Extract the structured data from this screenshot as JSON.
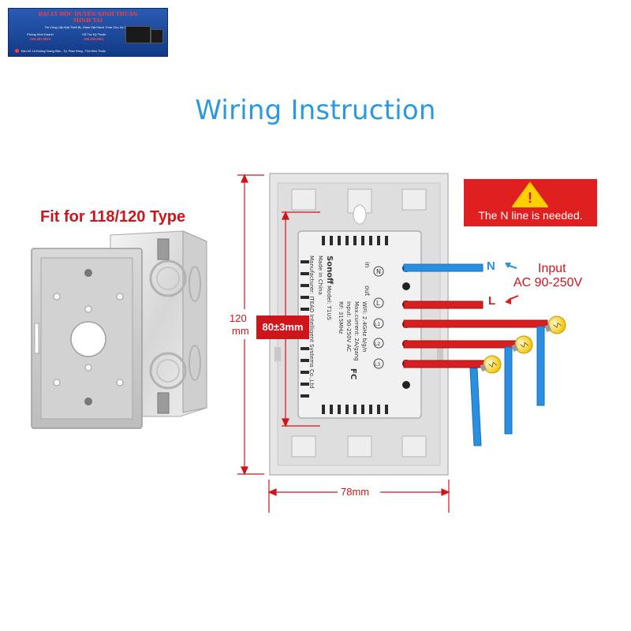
{
  "banner": {
    "title": "ĐẠI LÝ ĐỘC QUYỀN NINH THUẬN",
    "subtitle": "MINH TÀI",
    "tagline": "Thi Công Lắp Đặt Thiết Bị, Giám Sát Hành Trình Cho Xe Ô Tô",
    "sales_label": "Phòng Kinh Doanh",
    "sales_phone": "090.287.8833",
    "tech_label": "Hỗ Trợ Kỹ Thuật",
    "tech_phone": "090.406.9601",
    "address": "Địa Chỉ: 1A Đường Hoàng Diệu - Tp. Phan Rang - Tỉnh Ninh Thuận"
  },
  "title": "Wiring Instruction",
  "fit_label": "Fit for 118/120 Type",
  "warning": {
    "text": "The N line is needed.",
    "symbol": "!",
    "icon": "warning-triangle-icon",
    "box_color": "#e02020",
    "triangle_color": "#ffd000"
  },
  "dimensions": {
    "height": "120",
    "height_unit": "mm",
    "inner_width": "80±3mm",
    "width": "78mm"
  },
  "input": {
    "line1": "Input",
    "line2": "AC 90-250V"
  },
  "wires": {
    "neutral_label": "N",
    "live_label": "L",
    "neutral_color": "#2a8fe0",
    "live_color": "#d81e1e"
  },
  "switch_label": {
    "brand": "Sonoff",
    "model": "Model: T1US",
    "made_in": "Made in China",
    "manufacturer": "Manufacturer: ITEAD Intelligent Systems Co.,Ltd",
    "input": "Input: 90-250V AC",
    "max_current": "Max.current: 2A/gang",
    "wifi": "WiFi: 2.4GHz b/g/n",
    "rf": "RF: 315MHz",
    "col_in": "in",
    "col_out": "out",
    "terminals": [
      "N",
      "L",
      "L1",
      "L2",
      "L3"
    ],
    "fcc": "FC"
  }
}
